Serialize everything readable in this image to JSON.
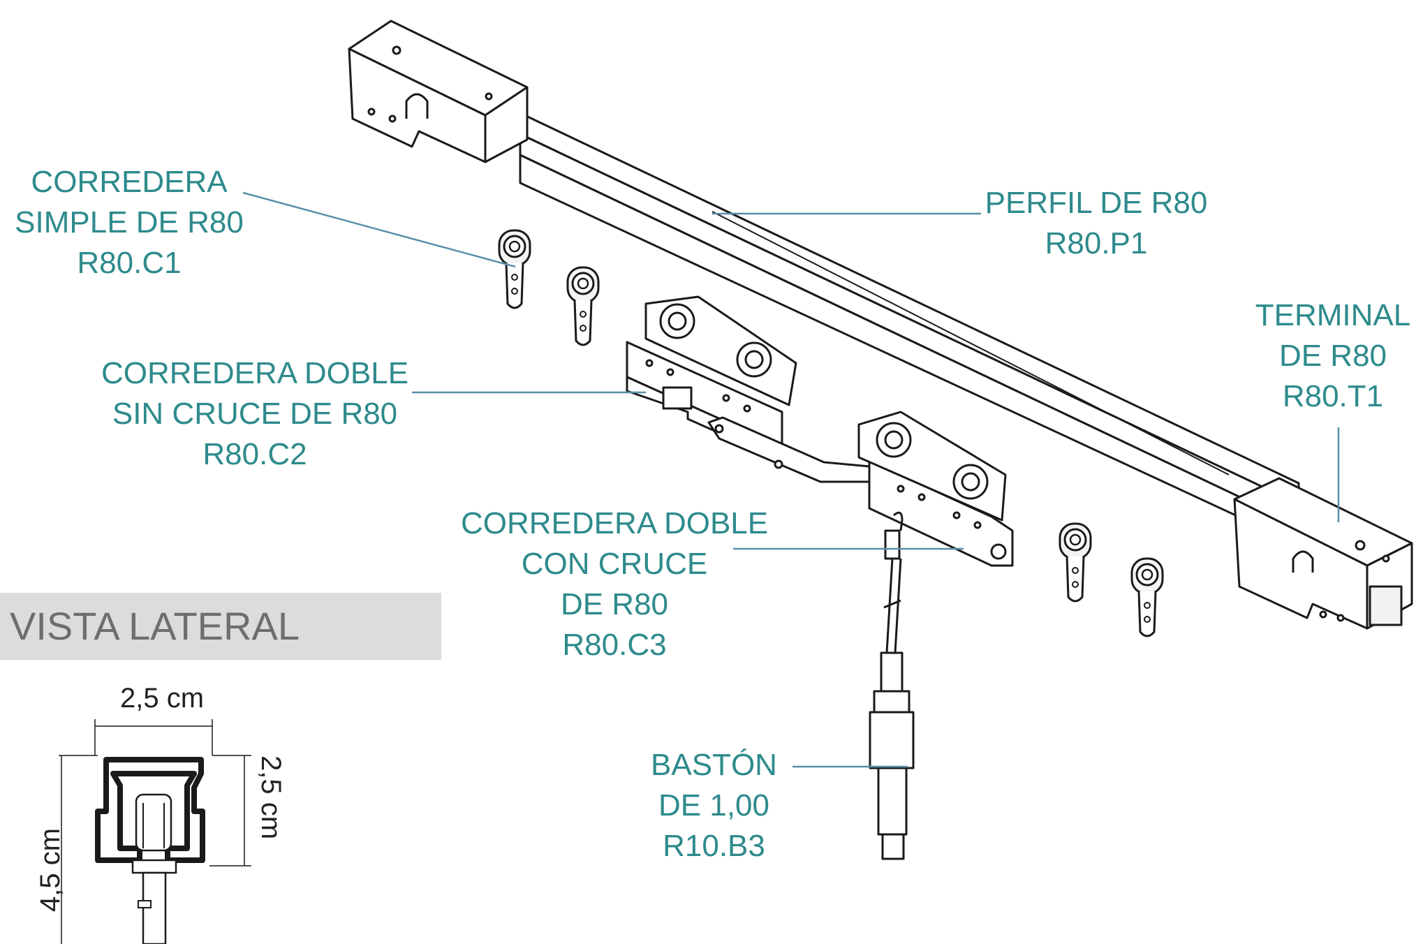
{
  "labels": {
    "corredera_simple": {
      "lines": [
        "CORREDERA",
        "SIMPLE DE R80",
        "R80.C1"
      ]
    },
    "perfil": {
      "lines": [
        "PERFIL DE R80",
        "R80.P1"
      ]
    },
    "terminal": {
      "lines": [
        "TERMINAL",
        "DE R80",
        "R80.T1"
      ]
    },
    "corredera_doble": {
      "lines": [
        "CORREDERA DOBLE",
        "SIN CRUCE DE R80",
        "R80.C2"
      ]
    },
    "corredera_cruce": {
      "lines": [
        "CORREDERA DOBLE",
        "CON CRUCE",
        "DE R80",
        "R80.C3"
      ]
    },
    "baston": {
      "lines": [
        "BASTÓN",
        "DE 1,00",
        "R10.B3"
      ]
    }
  },
  "side_view": {
    "title": "VISTA LATERAL",
    "width_label": "2,5 cm",
    "height_label_right": "2,5 cm",
    "height_label_left": "4,5 cm"
  },
  "colors": {
    "label_text": "#2e8a8c",
    "leader_line": "#5a8ea8",
    "drawing_line": "#1a1a1a",
    "banner_bg": "#dcdcdc",
    "banner_text": "#6e6e6e"
  }
}
